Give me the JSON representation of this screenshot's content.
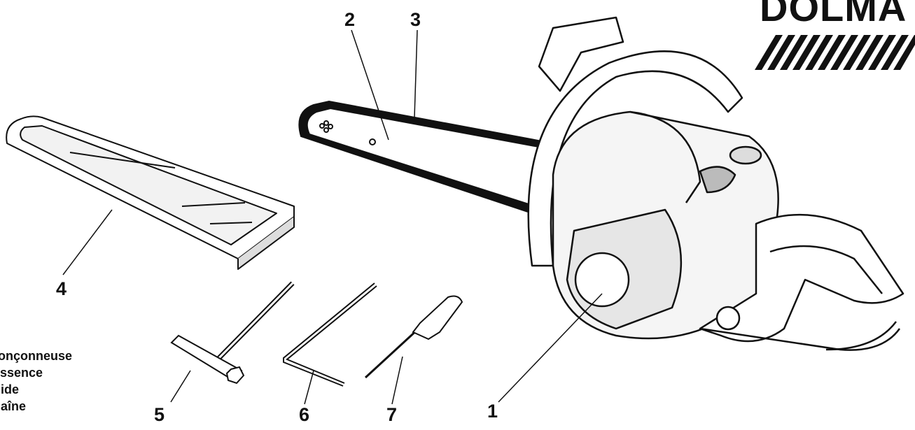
{
  "brand": {
    "text": "DOLMA",
    "stripe_color": "#111111"
  },
  "callouts": [
    "1",
    "2",
    "3",
    "4",
    "5",
    "6",
    "7"
  ],
  "legend": [
    "ronçonneuse",
    "essence",
    "uide",
    "haîne"
  ],
  "colors": {
    "line": "#111111",
    "fill": "#ffffff",
    "shade": "#e6e6e6"
  }
}
